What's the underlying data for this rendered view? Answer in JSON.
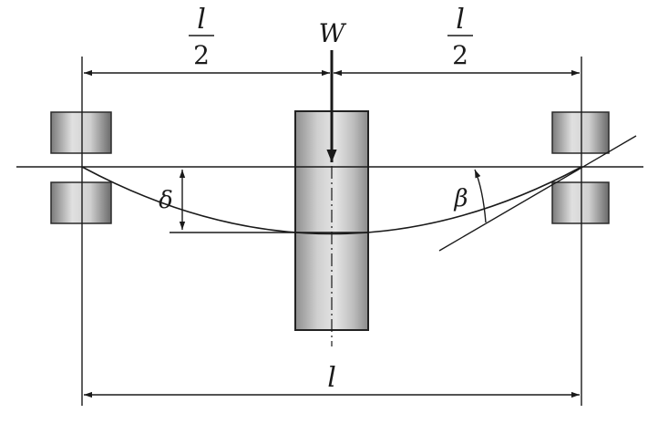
{
  "labels": {
    "half_span_left_numerator": "l",
    "half_span_left_denominator": "2",
    "half_span_right_numerator": "l",
    "half_span_right_denominator": "2",
    "load": "W",
    "deflection": "δ",
    "slope_angle": "β",
    "full_span": "l"
  },
  "colors": {
    "ink": "#1a1a1a",
    "bearing_fill_dark": "#6f6f6f",
    "bearing_fill_light": "#d9d9d9",
    "disk_fill": "#b5b5b5",
    "disk_highlight": "#e2e2e2"
  }
}
